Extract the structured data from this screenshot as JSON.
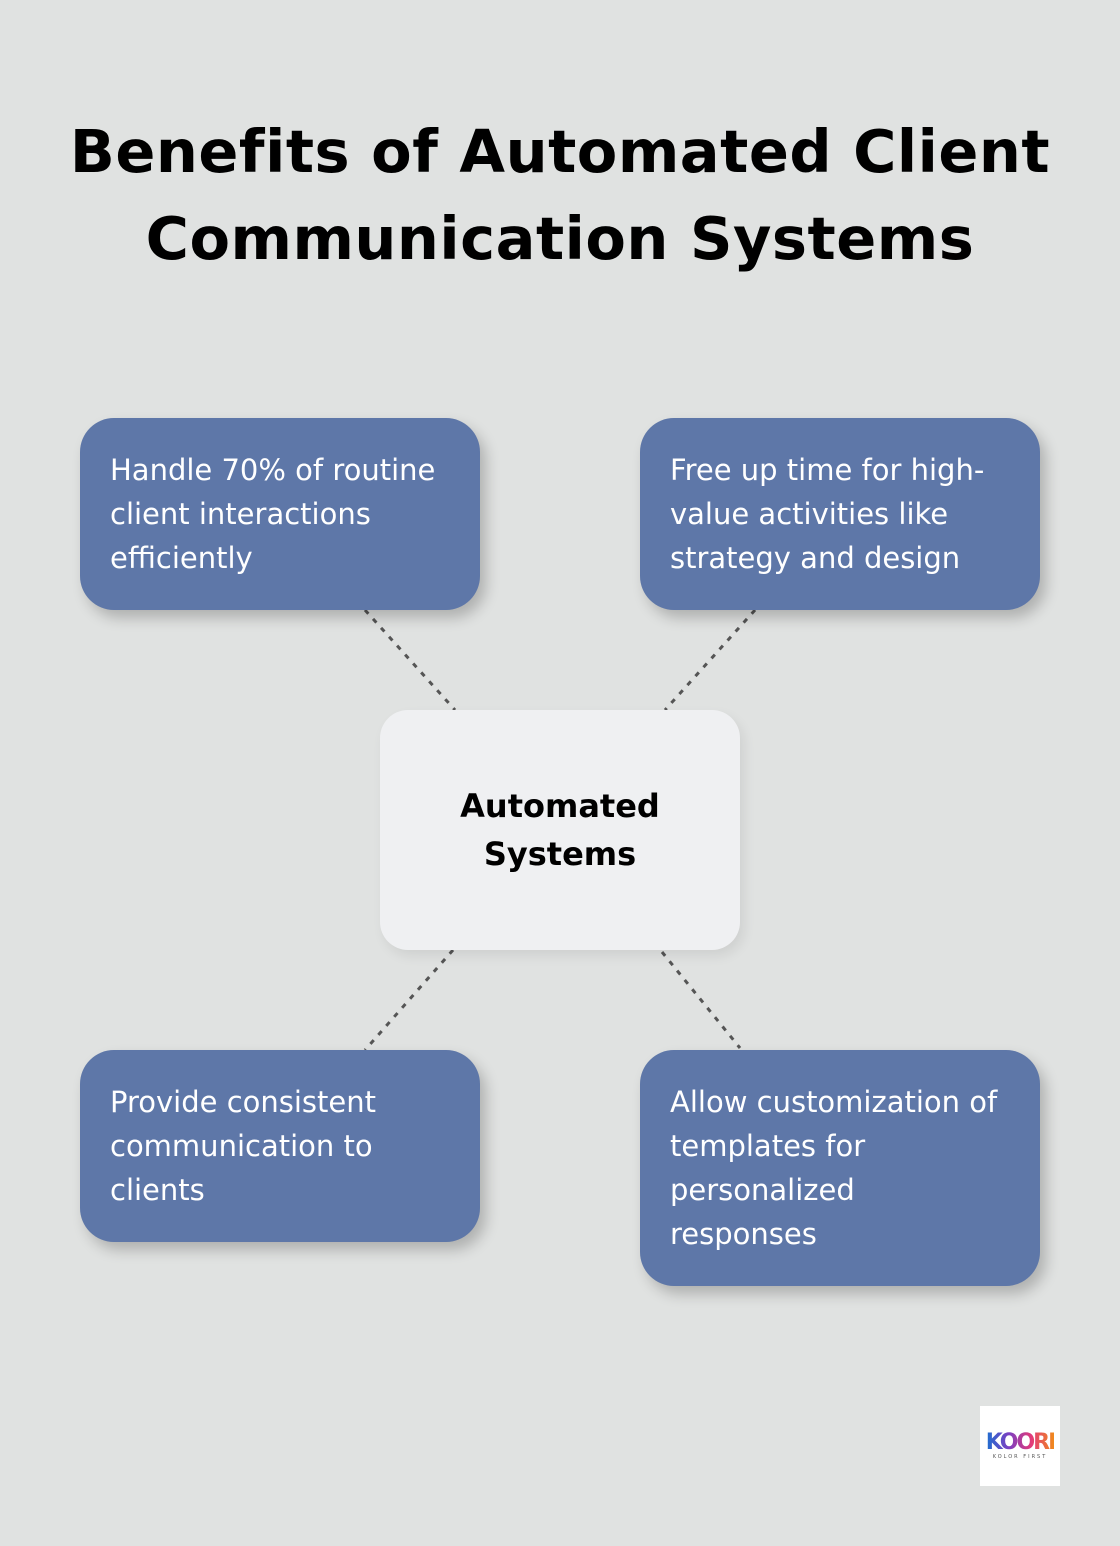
{
  "title": "Benefits of Automated Client Communication Systems",
  "center": "Automated Systems",
  "benefits": [
    "Handle 70% of routine client interactions efficiently",
    "Free up time for high-value activities like strategy and design",
    "Provide consistent communication to clients",
    "Allow customization of templates for personalized responses"
  ],
  "logo": {
    "mark": "KOORI",
    "sub": "KOLOR FIRST"
  },
  "colors": {
    "background": "#e0e2e1",
    "box": "#5e77a8",
    "center": "#eff0f2"
  }
}
